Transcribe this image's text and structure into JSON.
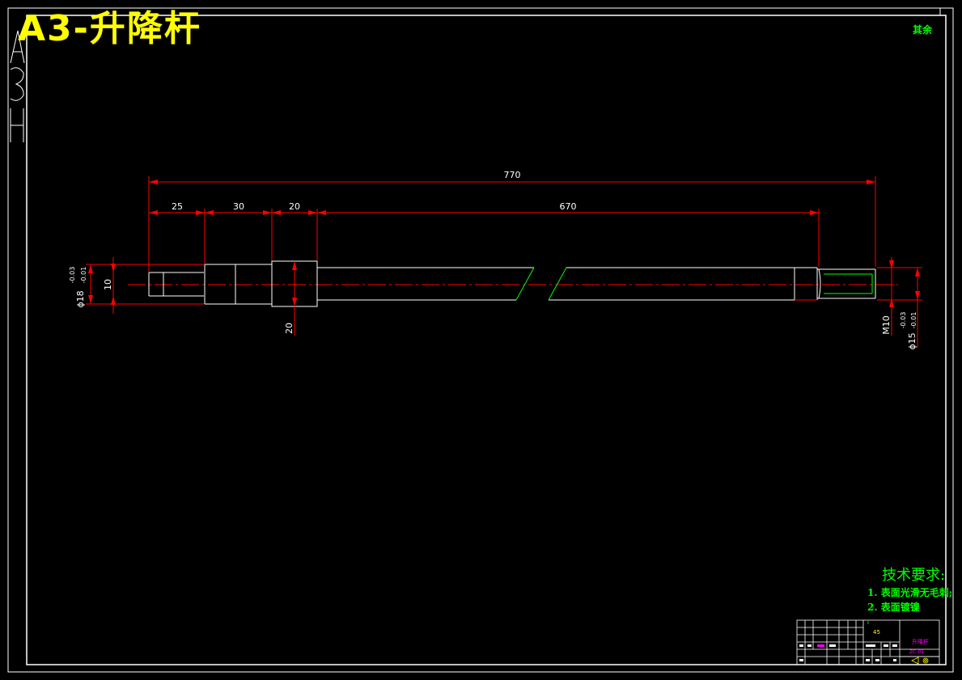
{
  "title": "A3-升降杆",
  "corner_label": "其余",
  "dimensions": {
    "overall_length": "770",
    "seg1": "25",
    "seg2": "30",
    "seg3": "20",
    "seg4": "670",
    "left_dia": "ϕ18",
    "left_tol_upper": "-0.03",
    "left_tol_lower": "-0.01",
    "left_width": "10",
    "collar_dim": "20",
    "thread": "M10",
    "right_dia": "ϕ15",
    "right_tol_upper": "-0.03",
    "right_tol_lower": "-0.01"
  },
  "tech_requirements": {
    "heading": "技术要求:",
    "item1": "1. 表面光滑无毛刺;",
    "item2": "2. 表面镀镍"
  },
  "title_block": {
    "material": "45",
    "part_name": "升降杆",
    "drawing_no": "ZC-01"
  },
  "colors": {
    "background": "#000000",
    "outline": "#ffffff",
    "dimension": "#ff0000",
    "title": "#ffff00",
    "notes": "#00ff00",
    "title_block_text": "#ff00ff"
  }
}
